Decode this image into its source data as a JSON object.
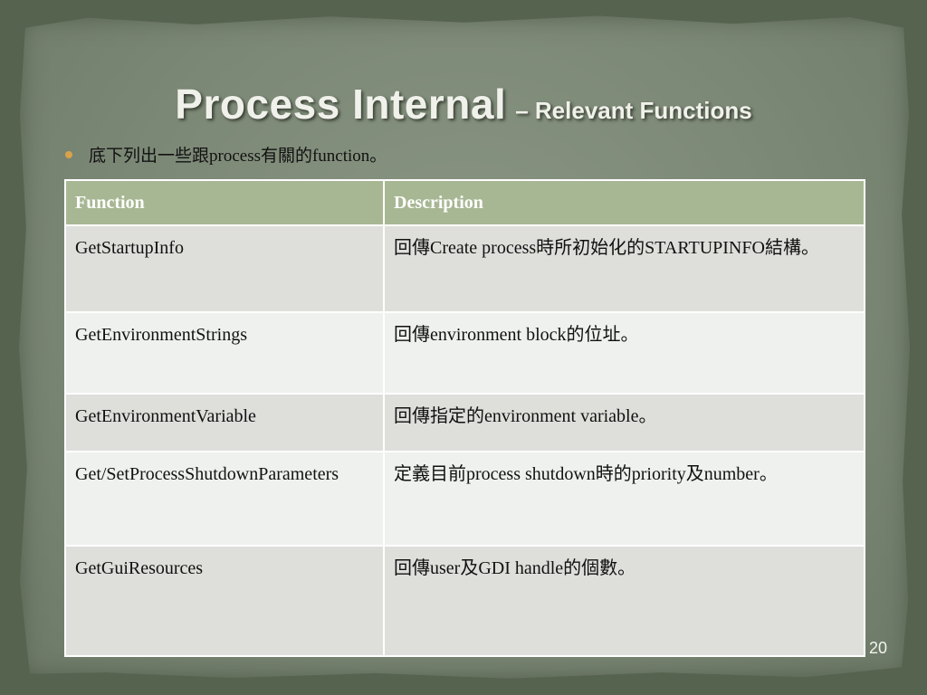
{
  "slide": {
    "title_main": "Process Internal",
    "title_sub": "– Relevant Functions",
    "bullet_text": "底下列出一些跟process有關的function。",
    "page_number": "20"
  },
  "table": {
    "headers": [
      "Function",
      "Description"
    ],
    "rows": [
      {
        "function": "GetStartupInfo",
        "description": "回傳Create process時所初始化的STARTUPINFO結構。"
      },
      {
        "function": "GetEnvironmentStrings",
        "description": "回傳environment block的位址。"
      },
      {
        "function": "GetEnvironmentVariable",
        "description": "回傳指定的environment variable。"
      },
      {
        "function": "Get/SetProcessShutdownParameters",
        "description": "定義目前process shutdown時的priority及number。"
      },
      {
        "function": "GetGuiResources",
        "description": "回傳user及GDI handle的個數。"
      }
    ]
  },
  "colors": {
    "header_bg": "#a7b793",
    "row_odd_bg": "#dedfdb",
    "row_even_bg": "#eff1ee",
    "bullet": "#d8a24a",
    "slide_bg": "#7c8876"
  }
}
